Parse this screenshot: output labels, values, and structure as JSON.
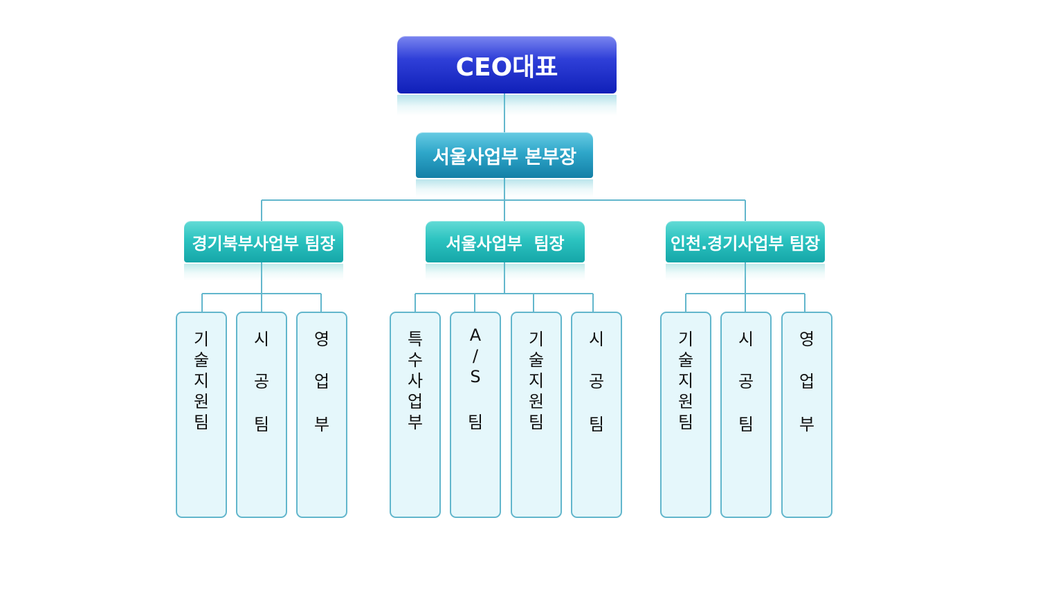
{
  "org_chart": {
    "ceo": {
      "label": "CEO대표"
    },
    "head": {
      "label": "서울사업부 본부장"
    },
    "divisions": [
      {
        "label": "경기북부사업부 팀장",
        "units": [
          {
            "label": "기술지원팀",
            "chars": [
              "기",
              "술",
              "지",
              "원",
              "팀"
            ]
          },
          {
            "label": "시공팀",
            "chars": [
              "시",
              "공",
              "팀"
            ]
          },
          {
            "label": "영업부",
            "chars": [
              "영",
              "업",
              "부"
            ]
          }
        ]
      },
      {
        "label": "서울사업부  팀장",
        "units": [
          {
            "label": "특수사업부",
            "chars": [
              "특",
              "수",
              "사",
              "업",
              "부"
            ]
          },
          {
            "label": "A/S팀",
            "chars": [
              "A",
              "/",
              "S",
              "팀"
            ]
          },
          {
            "label": "기술지원팀",
            "chars": [
              "기",
              "술",
              "지",
              "원",
              "팀"
            ]
          },
          {
            "label": "시공팀",
            "chars": [
              "시",
              "공",
              "팀"
            ]
          }
        ]
      },
      {
        "label": "인천.경기사업부 팀장",
        "units": [
          {
            "label": "기술지원팀",
            "chars": [
              "기",
              "술",
              "지",
              "원",
              "팀"
            ]
          },
          {
            "label": "시공팀",
            "chars": [
              "시",
              "공",
              "팀"
            ]
          },
          {
            "label": "영업부",
            "chars": [
              "영",
              "업",
              "부"
            ]
          }
        ]
      }
    ]
  }
}
